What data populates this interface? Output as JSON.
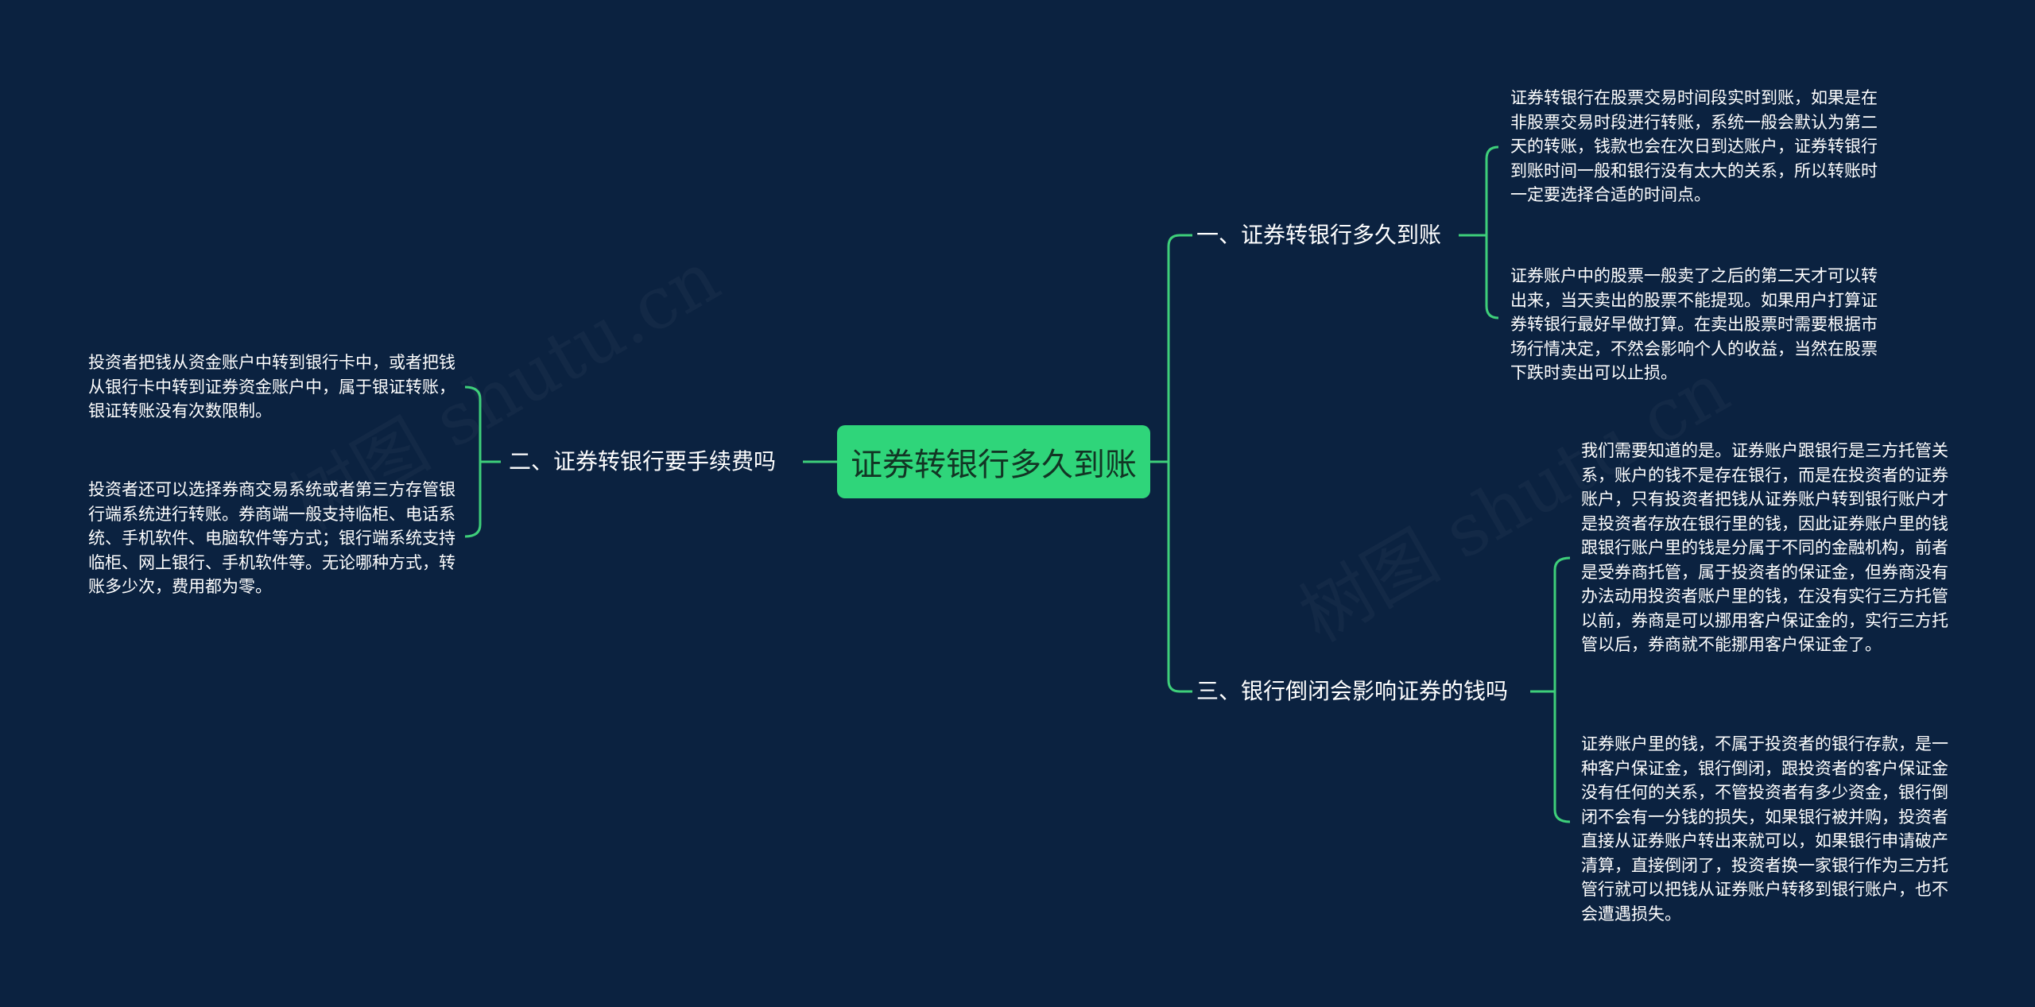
{
  "colors": {
    "background": "#0b2240",
    "accent": "#2fd57a",
    "line": "#3ecf7a"
  },
  "watermark": "树图 shutu.cn",
  "root": {
    "label": "证券转银行多久到账"
  },
  "branches": [
    {
      "label": "一、证券转银行多久到账",
      "leaves": [
        "证券转银行在股票交易时间段实时到账，如果是在非股票交易时段进行转账，系统一般会默认为第二天的转账，钱款也会在次日到达账户，证券转银行到账时间一般和银行没有太大的关系，所以转账时一定要选择合适的时间点。",
        "证券账户中的股票一般卖了之后的第二天才可以转出来，当天卖出的股票不能提现。如果用户打算证券转银行最好早做打算。在卖出股票时需要根据市场行情决定，不然会影响个人的收益，当然在股票下跌时卖出可以止损。"
      ]
    },
    {
      "label": "二、证券转银行要手续费吗",
      "leaves": [
        "投资者把钱从资金账户中转到银行卡中，或者把钱从银行卡中转到证券资金账户中，属于银证转账，银证转账没有次数限制。",
        "投资者还可以选择券商交易系统或者第三方存管银行端系统进行转账。券商端一般支持临柜、电话系统、手机软件、电脑软件等方式；银行端系统支持临柜、网上银行、手机软件等。无论哪种方式，转账多少次，费用都为零。"
      ]
    },
    {
      "label": "三、银行倒闭会影响证券的钱吗",
      "leaves": [
        "我们需要知道的是。证券账户跟银行是三方托管关系，账户的钱不是存在银行，而是在投资者的证券账户，只有投资者把钱从证券账户转到银行账户才是投资者存放在银行里的钱，因此证券账户里的钱跟银行账户里的钱是分属于不同的金融机构，前者是受券商托管，属于投资者的保证金，但券商没有办法动用投资者账户里的钱，在没有实行三方托管以前，券商是可以挪用客户保证金的，实行三方托管以后，券商就不能挪用客户保证金了。",
        "证券账户里的钱，不属于投资者的银行存款，是一种客户保证金，银行倒闭，跟投资者的客户保证金没有任何的关系，不管投资者有多少资金，银行倒闭不会有一分钱的损失，如果银行被并购，投资者直接从证券账户转出来就可以，如果银行申请破产清算，直接倒闭了，投资者换一家银行作为三方托管行就可以把钱从证券账户转移到银行账户，也不会遭遇损失。"
      ]
    }
  ]
}
